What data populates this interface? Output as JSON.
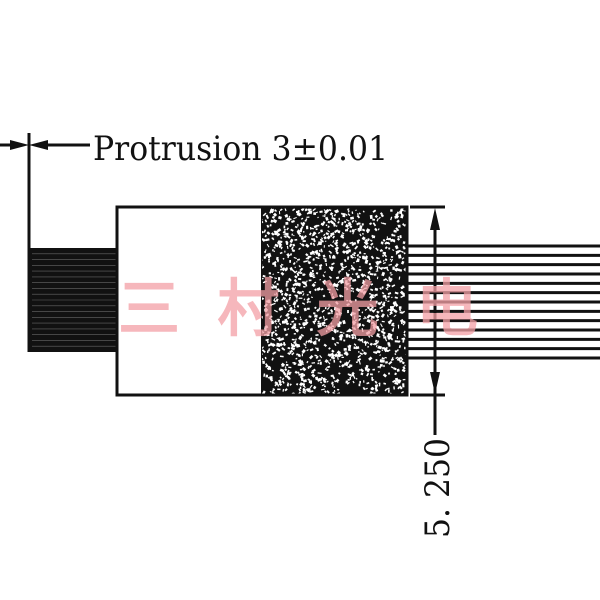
{
  "drawing": {
    "protrusion_label": "Protrusion 3±0.01",
    "height_dimension": "5. 250",
    "watermark": "三 村 光 电",
    "wire_count_right": 13,
    "wire_count_left": 18,
    "colors": {
      "line": "#111111",
      "watermark": "#f4a0a6"
    }
  }
}
